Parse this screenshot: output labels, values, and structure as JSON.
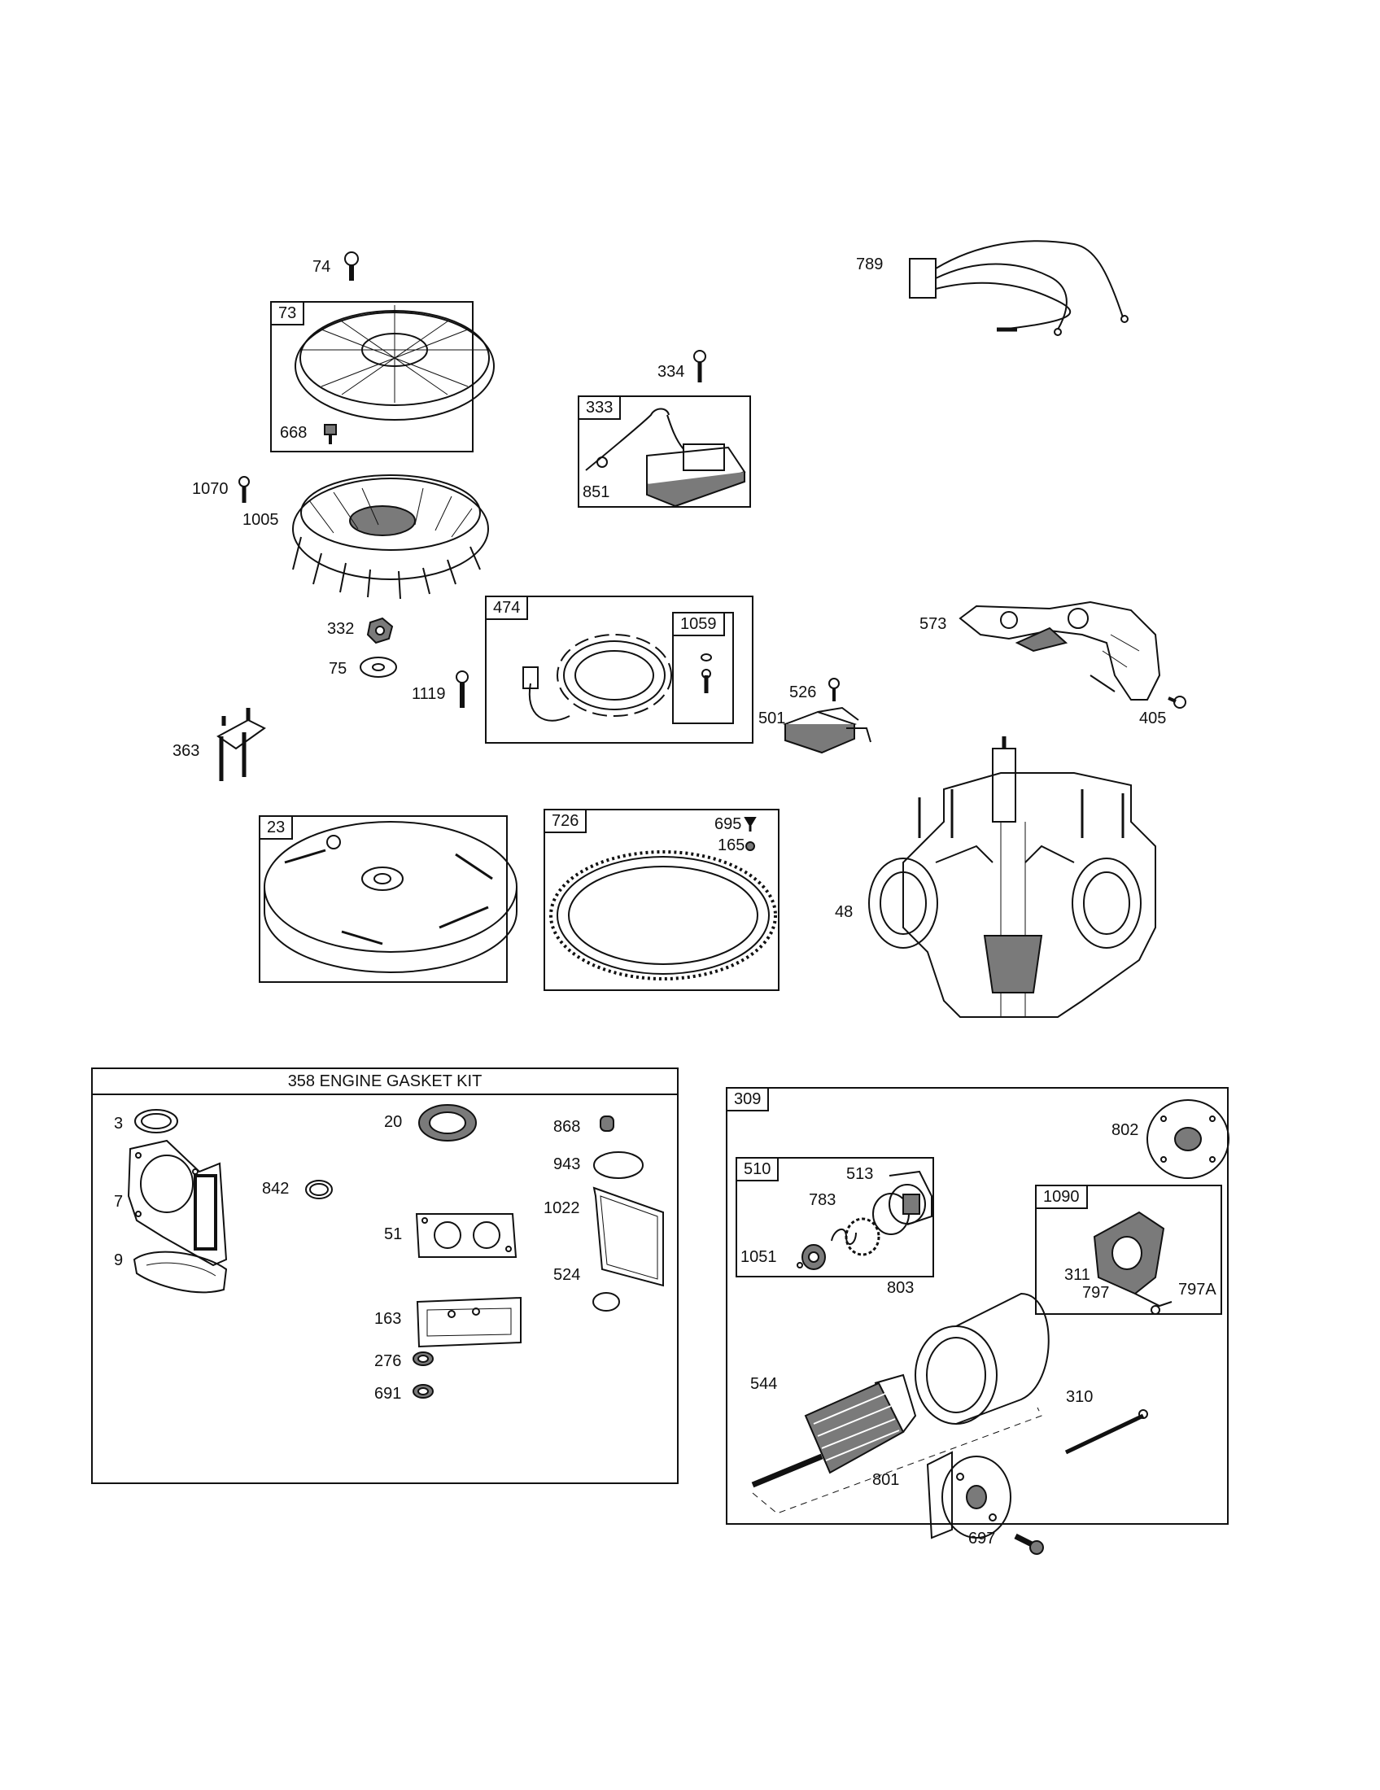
{
  "diagram": {
    "colors": {
      "ink": "#111111",
      "paper": "#ffffff",
      "shade": "#7a7a7a"
    },
    "callouts": {
      "p74": "74",
      "p73": "73",
      "p668": "668",
      "p1070": "1070",
      "p1005": "1005",
      "p332": "332",
      "p75": "75",
      "p1119": "1119",
      "p363": "363",
      "p789": "789",
      "p334": "334",
      "p333": "333",
      "p851": "851",
      "p474": "474",
      "p1059": "1059",
      "p526": "526",
      "p501": "501",
      "p573": "573",
      "p405": "405",
      "p23": "23",
      "p726": "726",
      "p695": "695",
      "p165": "165",
      "p48": "48",
      "p3": "3",
      "p7": "7",
      "p9": "9",
      "p842": "842",
      "p20": "20",
      "p51": "51",
      "p163": "163",
      "p276": "276",
      "p691": "691",
      "p868": "868",
      "p943": "943",
      "p1022": "1022",
      "p524": "524",
      "p309": "309",
      "p802": "802",
      "p510": "510",
      "p513": "513",
      "p783": "783",
      "p1051": "1051",
      "p1090": "1090",
      "p311": "311",
      "p797": "797",
      "p797a": "797A",
      "p803": "803",
      "p544": "544",
      "p310": "310",
      "p801": "801",
      "p697": "697"
    },
    "gasket_kit_title": "358 ENGINE GASKET KIT"
  }
}
